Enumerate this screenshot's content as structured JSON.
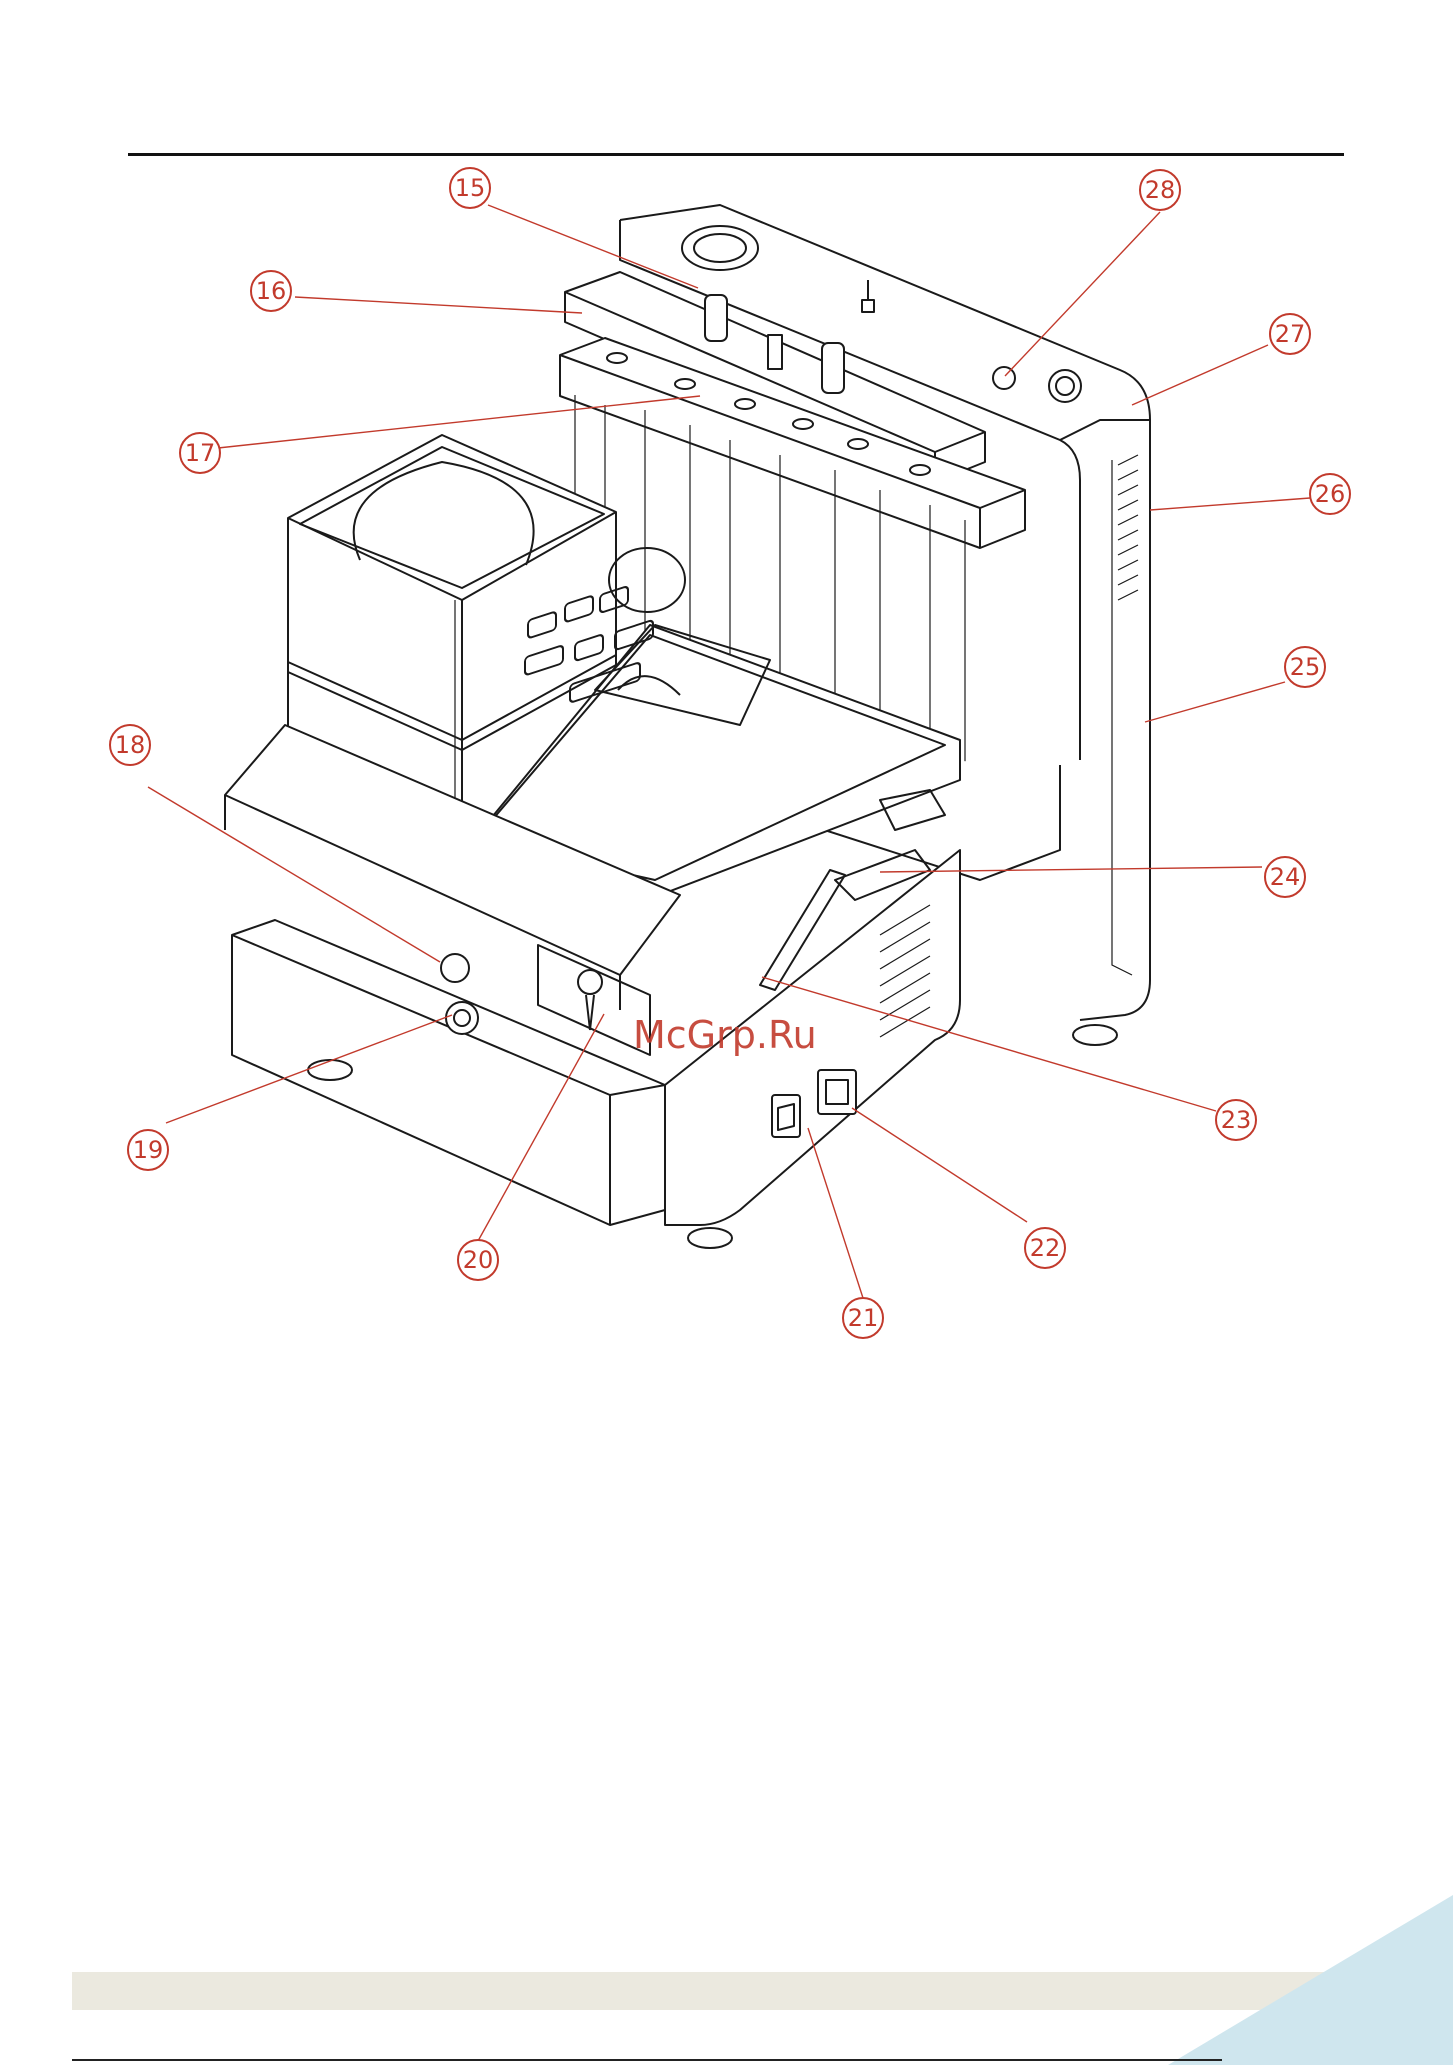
{
  "watermark": "McGrp.Ru",
  "callouts": [
    {
      "number": "15"
    },
    {
      "number": "16"
    },
    {
      "number": "17"
    },
    {
      "number": "18"
    },
    {
      "number": "19"
    },
    {
      "number": "20"
    },
    {
      "number": "21"
    },
    {
      "number": "22"
    },
    {
      "number": "23"
    },
    {
      "number": "24"
    },
    {
      "number": "25"
    },
    {
      "number": "26"
    },
    {
      "number": "27"
    },
    {
      "number": "28"
    }
  ],
  "colors": {
    "callout": "#c23a2c",
    "line_art": "#1a1a1a",
    "footer_band": "#ebe9df",
    "corner_accent": "#cfe6ee"
  }
}
